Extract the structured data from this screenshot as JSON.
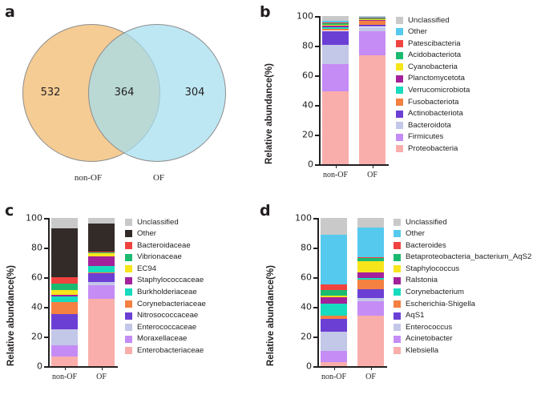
{
  "figure": {
    "panels": [
      "a",
      "b",
      "c",
      "d"
    ],
    "group_labels": [
      "non-OF",
      "OF"
    ]
  },
  "panel_a": {
    "letter": "a",
    "type": "venn",
    "left_label": "non-OF",
    "right_label": "OF",
    "left_only": "532",
    "intersection": "364",
    "right_only": "304",
    "left_color": "#f3c88b",
    "right_color": "#a4deee"
  },
  "panel_b": {
    "letter": "b",
    "ylabel": "Relative abundance(%)"
  },
  "panel_c": {
    "letter": "c",
    "ylabel": "Relative abundance(%)"
  },
  "panel_d": {
    "letter": "d",
    "ylabel": "Relative abundance(%)"
  },
  "chart_data": [
    {
      "panel": "b",
      "type": "bar",
      "stacked": true,
      "title": "",
      "xlabel": "",
      "ylabel": "Relative abundance(%)",
      "ylim": [
        0,
        100
      ],
      "yticks": [
        0,
        20,
        40,
        60,
        80,
        100
      ],
      "ytick_labels": [
        "0",
        "20",
        "40",
        "60",
        "80",
        "100"
      ],
      "grid": false,
      "legend_position": "right",
      "categories": [
        "non-OF",
        "OF"
      ],
      "series": [
        {
          "name": "Proteobacteria",
          "color": "#f9aeab",
          "values": [
            49.0,
            73.5
          ]
        },
        {
          "name": "Firmicutes",
          "color": "#c58cf5",
          "values": [
            18.6,
            16.0
          ]
        },
        {
          "name": "Bacteroidota",
          "color": "#c3c7e8",
          "values": [
            13.0,
            3.2
          ]
        },
        {
          "name": "Actinobacteriota",
          "color": "#6b3fd4",
          "values": [
            9.4,
            1.5
          ]
        },
        {
          "name": "Fusobacteriota",
          "color": "#f48041",
          "values": [
            1.6,
            2.4
          ]
        },
        {
          "name": "Verrucomicrobiota",
          "color": "#17dbbe",
          "values": [
            1.0,
            0.5
          ]
        },
        {
          "name": "Planctomycetota",
          "color": "#a3219b",
          "values": [
            0.8,
            0.4
          ]
        },
        {
          "name": "Cyanobacteria",
          "color": "#f7e51c",
          "values": [
            0.9,
            0.5
          ]
        },
        {
          "name": "Acidobacteriota",
          "color": "#1cba70",
          "values": [
            0.8,
            0.4
          ]
        },
        {
          "name": "Patescibacteria",
          "color": "#f0433f",
          "values": [
            0.5,
            0.3
          ]
        },
        {
          "name": "Other",
          "color": "#55c9ee",
          "values": [
            1.2,
            0.6
          ]
        },
        {
          "name": "Unclassified",
          "color": "#c9c9c9",
          "values": [
            3.2,
            0.7
          ]
        }
      ]
    },
    {
      "panel": "c",
      "type": "bar",
      "stacked": true,
      "title": "",
      "xlabel": "",
      "ylabel": "Relative abundance(%)",
      "ylim": [
        0,
        100
      ],
      "yticks": [
        0,
        20,
        40,
        60,
        80,
        100
      ],
      "ytick_labels": [
        "0",
        "20",
        "40",
        "60",
        "80",
        "100"
      ],
      "grid": false,
      "legend_position": "right",
      "categories": [
        "non-OF",
        "OF"
      ],
      "series": [
        {
          "name": "Enterobacteriaceae",
          "color": "#f9aeab",
          "values": [
            6.3,
            45.4
          ]
        },
        {
          "name": "Moraxellaceae",
          "color": "#c58cf5",
          "values": [
            7.6,
            9.2
          ]
        },
        {
          "name": "Enterococcaceae",
          "color": "#c3c7e8",
          "values": [
            11.0,
            2.4
          ]
        },
        {
          "name": "Nitrosococcaceae",
          "color": "#6b3fd4",
          "values": [
            10.3,
            5.7
          ]
        },
        {
          "name": "Corynebacteriaceae",
          "color": "#f48041",
          "values": [
            8.0,
            0.4
          ]
        },
        {
          "name": "Burkholderiaceae",
          "color": "#17dbbe",
          "values": [
            4.0,
            4.2
          ]
        },
        {
          "name": "Staphylococcaceae",
          "color": "#a3219b",
          "values": [
            0.9,
            7.0
          ]
        },
        {
          "name": "EC94",
          "color": "#f7e51c",
          "values": [
            3.2,
            2.3
          ]
        },
        {
          "name": "Vibrionaceae",
          "color": "#1cba70",
          "values": [
            4.4,
            0.4
          ]
        },
        {
          "name": "Bacteroidaceae",
          "color": "#f0433f",
          "values": [
            4.4,
            0.3
          ]
        },
        {
          "name": "Other",
          "color": "#332b28",
          "values": [
            33.0,
            19.1
          ]
        },
        {
          "name": "Unclassified",
          "color": "#c9c9c9",
          "values": [
            6.9,
            3.6
          ]
        }
      ]
    },
    {
      "panel": "d",
      "type": "bar",
      "stacked": true,
      "title": "",
      "xlabel": "",
      "ylabel": "Relative abundance(%)",
      "ylim": [
        0,
        100
      ],
      "yticks": [
        0,
        20,
        40,
        60,
        80,
        100
      ],
      "ytick_labels": [
        "0",
        "20",
        "40",
        "60",
        "80",
        "100"
      ],
      "grid": false,
      "legend_position": "right",
      "categories": [
        "non-OF",
        "OF"
      ],
      "series": [
        {
          "name": "Klebsiella",
          "color": "#f9aeab",
          "values": [
            2.8,
            34.3
          ]
        },
        {
          "name": "Acinetobacter",
          "color": "#c58cf5",
          "values": [
            7.3,
            9.3
          ]
        },
        {
          "name": "Enterococcus",
          "color": "#c3c7e8",
          "values": [
            13.1,
            2.1
          ]
        },
        {
          "name": "AqS1",
          "color": "#6b3fd4",
          "values": [
            8.6,
            6.0
          ]
        },
        {
          "name": "Escherichia-Shigella",
          "color": "#f48041",
          "values": [
            2.4,
            6.8
          ]
        },
        {
          "name": "Corynebacterium",
          "color": "#17dbbe",
          "values": [
            8.0,
            0.9
          ]
        },
        {
          "name": "Ralstonia",
          "color": "#a3219b",
          "values": [
            4.3,
            4.1
          ]
        },
        {
          "name": "Staphylococcus",
          "color": "#f7e51c",
          "values": [
            1.0,
            7.5
          ]
        },
        {
          "name": "Betaproteobacteria_bacterium_AqS2",
          "color": "#1cba70",
          "values": [
            3.6,
            2.0
          ]
        },
        {
          "name": "Bacteroides",
          "color": "#f0433f",
          "values": [
            4.0,
            0.4
          ]
        },
        {
          "name": "Other",
          "color": "#55c9ee",
          "values": [
            33.6,
            20.0
          ]
        },
        {
          "name": "Unclassified",
          "color": "#c9c9c9",
          "values": [
            11.3,
            6.6
          ]
        }
      ]
    }
  ]
}
